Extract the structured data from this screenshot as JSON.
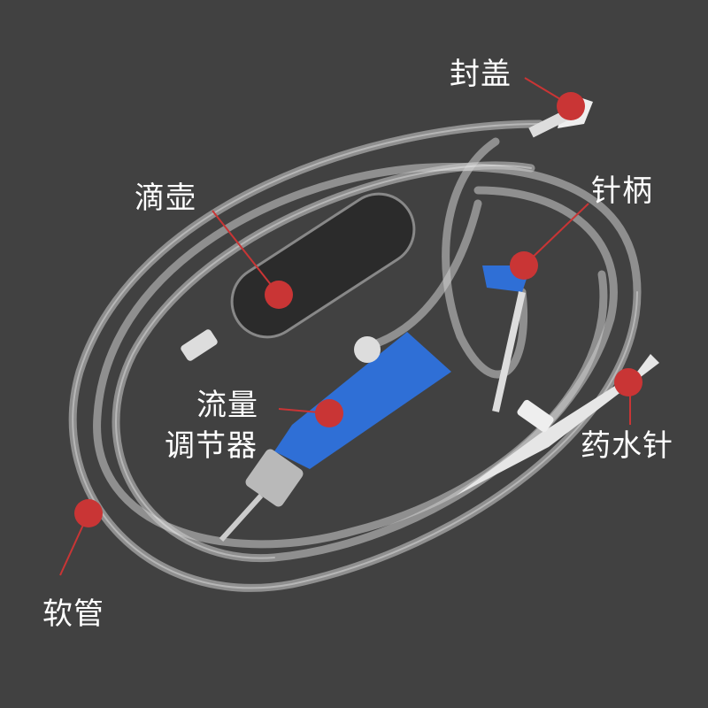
{
  "colors": {
    "background": "#414141",
    "marker": "#c93535",
    "regulator": "#2f6fd6",
    "tube": "#d8d8d8"
  },
  "labels": {
    "cap": "封盖",
    "needle_handle": "针柄",
    "drip_chamber": "滴壶",
    "flow_regulator_line1": "流量",
    "flow_regulator_line2": "调节器",
    "spike": "药水针",
    "tubing": "软管"
  }
}
